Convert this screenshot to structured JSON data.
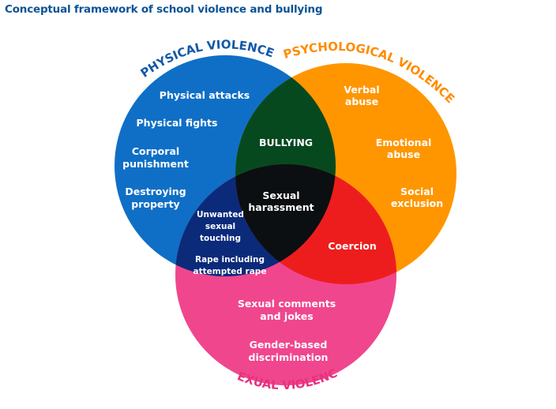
{
  "title": "Conceptual framework of school violence and bullying",
  "colors": {
    "physical": "#0f6fc6",
    "psychological": "#ff9600",
    "sexual": "#f0468e",
    "physical_psychological": "#07491f",
    "physical_sexual": "#0b2a7a",
    "psychological_sexual": "#ee1d1d",
    "center": "#0b0f12",
    "title_text": "#0b5395",
    "physical_label": "#1258a8",
    "psychological_label": "#ff8b00",
    "sexual_label": "#e8317e"
  },
  "circles": {
    "physical": "PHYSICAL VIOLENCE",
    "psychological": "PSYCHOLOGICAL VIOLENCE",
    "sexual": "SEXUAL VIOLENCE"
  },
  "items": {
    "physical_attacks": [
      "Physical attacks"
    ],
    "physical_fights": [
      "Physical fights"
    ],
    "corporal_punishment": [
      "Corporal",
      "punishment"
    ],
    "destroying_property": [
      "Destroying",
      "property"
    ],
    "verbal_abuse": [
      "Verbal",
      "abuse"
    ],
    "emotional_abuse": [
      "Emotional",
      "abuse"
    ],
    "social_exclusion": [
      "Social",
      "exclusion"
    ],
    "bullying": [
      "BULLYING"
    ],
    "sexual_harassment": [
      "Sexual",
      "harassment"
    ],
    "unwanted_sexual_touching": [
      "Unwanted",
      "sexual",
      "touching"
    ],
    "rape": [
      "Rape including",
      "attempted rape"
    ],
    "coercion": [
      "Coercion"
    ],
    "sexual_comments": [
      "Sexual comments",
      "and jokes"
    ],
    "gender_discrimination": [
      "Gender-based",
      "discrimination"
    ]
  }
}
